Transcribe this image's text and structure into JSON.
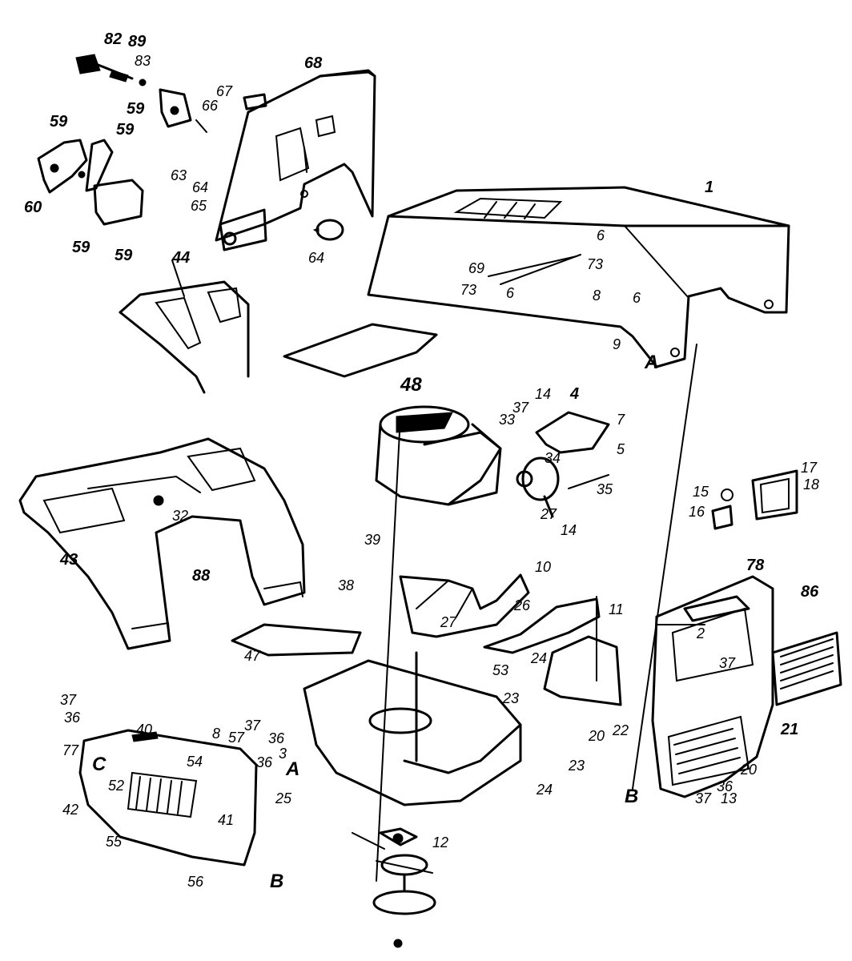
{
  "labels": {
    "l82": "82",
    "l89": "89",
    "l83": "83",
    "l68": "68",
    "l67": "67",
    "l66": "66",
    "l59a": "59",
    "l59b": "59",
    "l59c": "59",
    "l59d": "59",
    "l59e": "59",
    "l60": "60",
    "l63": "63",
    "l64a": "64",
    "l64b": "64",
    "l65": "65",
    "l1": "1",
    "l6a": "6",
    "l6b": "6",
    "l6c": "6",
    "l69": "69",
    "l73a": "73",
    "l73b": "73",
    "l8a": "8",
    "l9": "9",
    "lA1": "A",
    "l44": "44",
    "l48": "48",
    "l14a": "14",
    "l37a": "37",
    "l4": "4",
    "l7": "7",
    "l33": "33",
    "l34": "34",
    "l5": "5",
    "l35": "35",
    "l27a": "27",
    "l14b": "14",
    "l15": "15",
    "l16": "16",
    "l17": "17",
    "l18": "18",
    "l43": "43",
    "l32": "32",
    "l39": "39",
    "l38": "38",
    "l10": "10",
    "l26": "26",
    "l27b": "27",
    "l11": "11",
    "l88": "88",
    "l78": "78",
    "l86": "86",
    "l2": "2",
    "l37b": "37",
    "l47": "47",
    "l53": "53",
    "l24a": "24",
    "l23a": "23",
    "l22": "22",
    "l20a": "20",
    "l21": "21",
    "l37c": "37",
    "l36a": "36",
    "l77": "77",
    "l40": "40",
    "l8b": "8",
    "l57": "57",
    "l37d": "37",
    "l36b": "36",
    "l54": "54",
    "l36c": "36",
    "l3": "3",
    "lA2": "A",
    "lC": "C",
    "l52": "52",
    "l42": "42",
    "l25": "25",
    "l41": "41",
    "l23b": "23",
    "l24b": "24",
    "l20b": "20",
    "l13": "13",
    "lB1": "B",
    "l36d": "36",
    "l37e": "37",
    "l12": "12",
    "l55": "55",
    "l56": "56",
    "lB2": "B"
  }
}
